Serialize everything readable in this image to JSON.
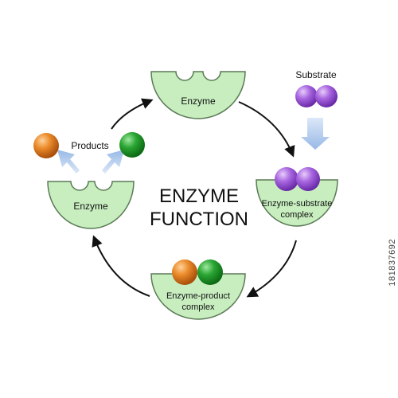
{
  "title": {
    "line1": "ENZYME",
    "line2": "FUNCTION"
  },
  "labels": {
    "enzyme_top": "Enzyme",
    "enzyme_left": "Enzyme",
    "substrate": "Substrate",
    "products": "Products",
    "es_complex_line1": "Enzyme-substrate",
    "es_complex_line2": "complex",
    "ep_complex_line1": "Enzyme-product",
    "ep_complex_line2": "complex"
  },
  "stock_id": "181837692",
  "colors": {
    "enzyme_fill": "#c8eec0",
    "enzyme_stroke": "#5a7a55",
    "substrate": "#9b59d6",
    "product_orange": "#e0781e",
    "product_green": "#1f9a2a",
    "flow_arrow": "#a9c4ea",
    "cycle_arrow": "#111111"
  }
}
